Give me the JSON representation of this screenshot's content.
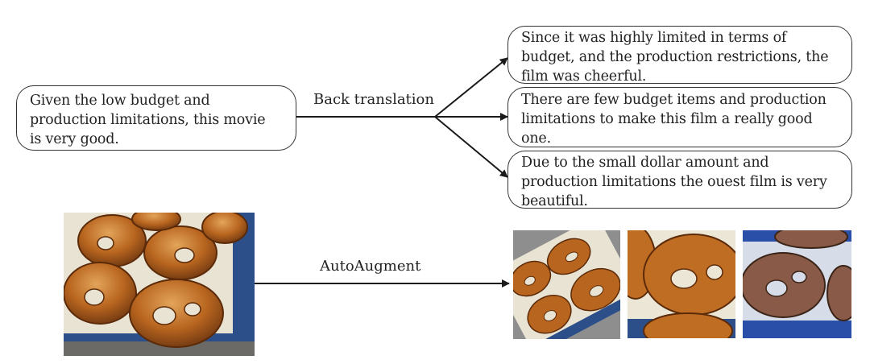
{
  "back_translation": {
    "label": "Back translation",
    "input_text": "Given the low budget and\nproduction limitations, this movie\nis very good.",
    "outputs": [
      "Since it was highly limited in terms of\nbudget, and the production restrictions, the\nfilm was cheerful.",
      "There are few budget items and production\nlimitations to make this film a really good\none.",
      "Due to the small dollar amount and\nproduction limitations the ouest film is very\nbeautiful."
    ]
  },
  "autoaugment": {
    "label": "AutoAugment",
    "input_image": "pretzels-on-baking-tray-photo",
    "output_images": [
      "pretzels-rotated-photo",
      "pretzels-zoomed-photo",
      "pretzels-color-shifted-photo"
    ]
  },
  "colors": {
    "line": "#1a1a1a",
    "box_border": "#333333",
    "pretzel": "#b8651f",
    "tray": "#2c4f8a"
  }
}
